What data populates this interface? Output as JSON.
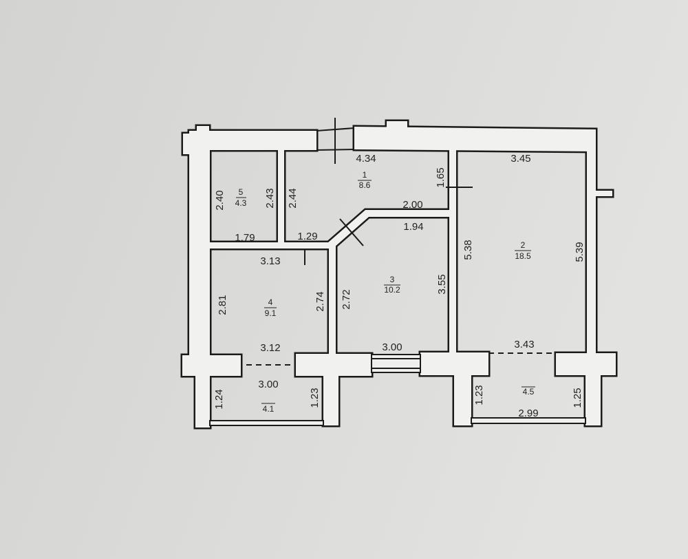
{
  "rooms": [
    {
      "number": "1",
      "area": "8.6"
    },
    {
      "number": "2",
      "area": "18.5"
    },
    {
      "number": "3",
      "area": "10.2"
    },
    {
      "number": "4",
      "area": "9.1"
    },
    {
      "number": "5",
      "area": "4.3"
    }
  ],
  "balconies": [
    {
      "area": "4.1"
    },
    {
      "area": "4.5"
    }
  ],
  "dimensions": {
    "horizontal": [
      "4.34",
      "3.45",
      "2.00",
      "1.94",
      "1.79",
      "1.29",
      "3.13",
      "3.12",
      "3.00",
      "3.43",
      "3.00",
      "2.99"
    ],
    "vertical": [
      "1.65",
      "2.40",
      "2.43",
      "2.44",
      "5.38",
      "5.39",
      "3.55",
      "2.81",
      "2.74",
      "2.72",
      "1.24",
      "1.23",
      "1.23",
      "1.25"
    ]
  },
  "colors": {
    "paper": "#d9d9d7",
    "wall_fill": "#f1f1ef",
    "ink": "#1b1b1b"
  }
}
